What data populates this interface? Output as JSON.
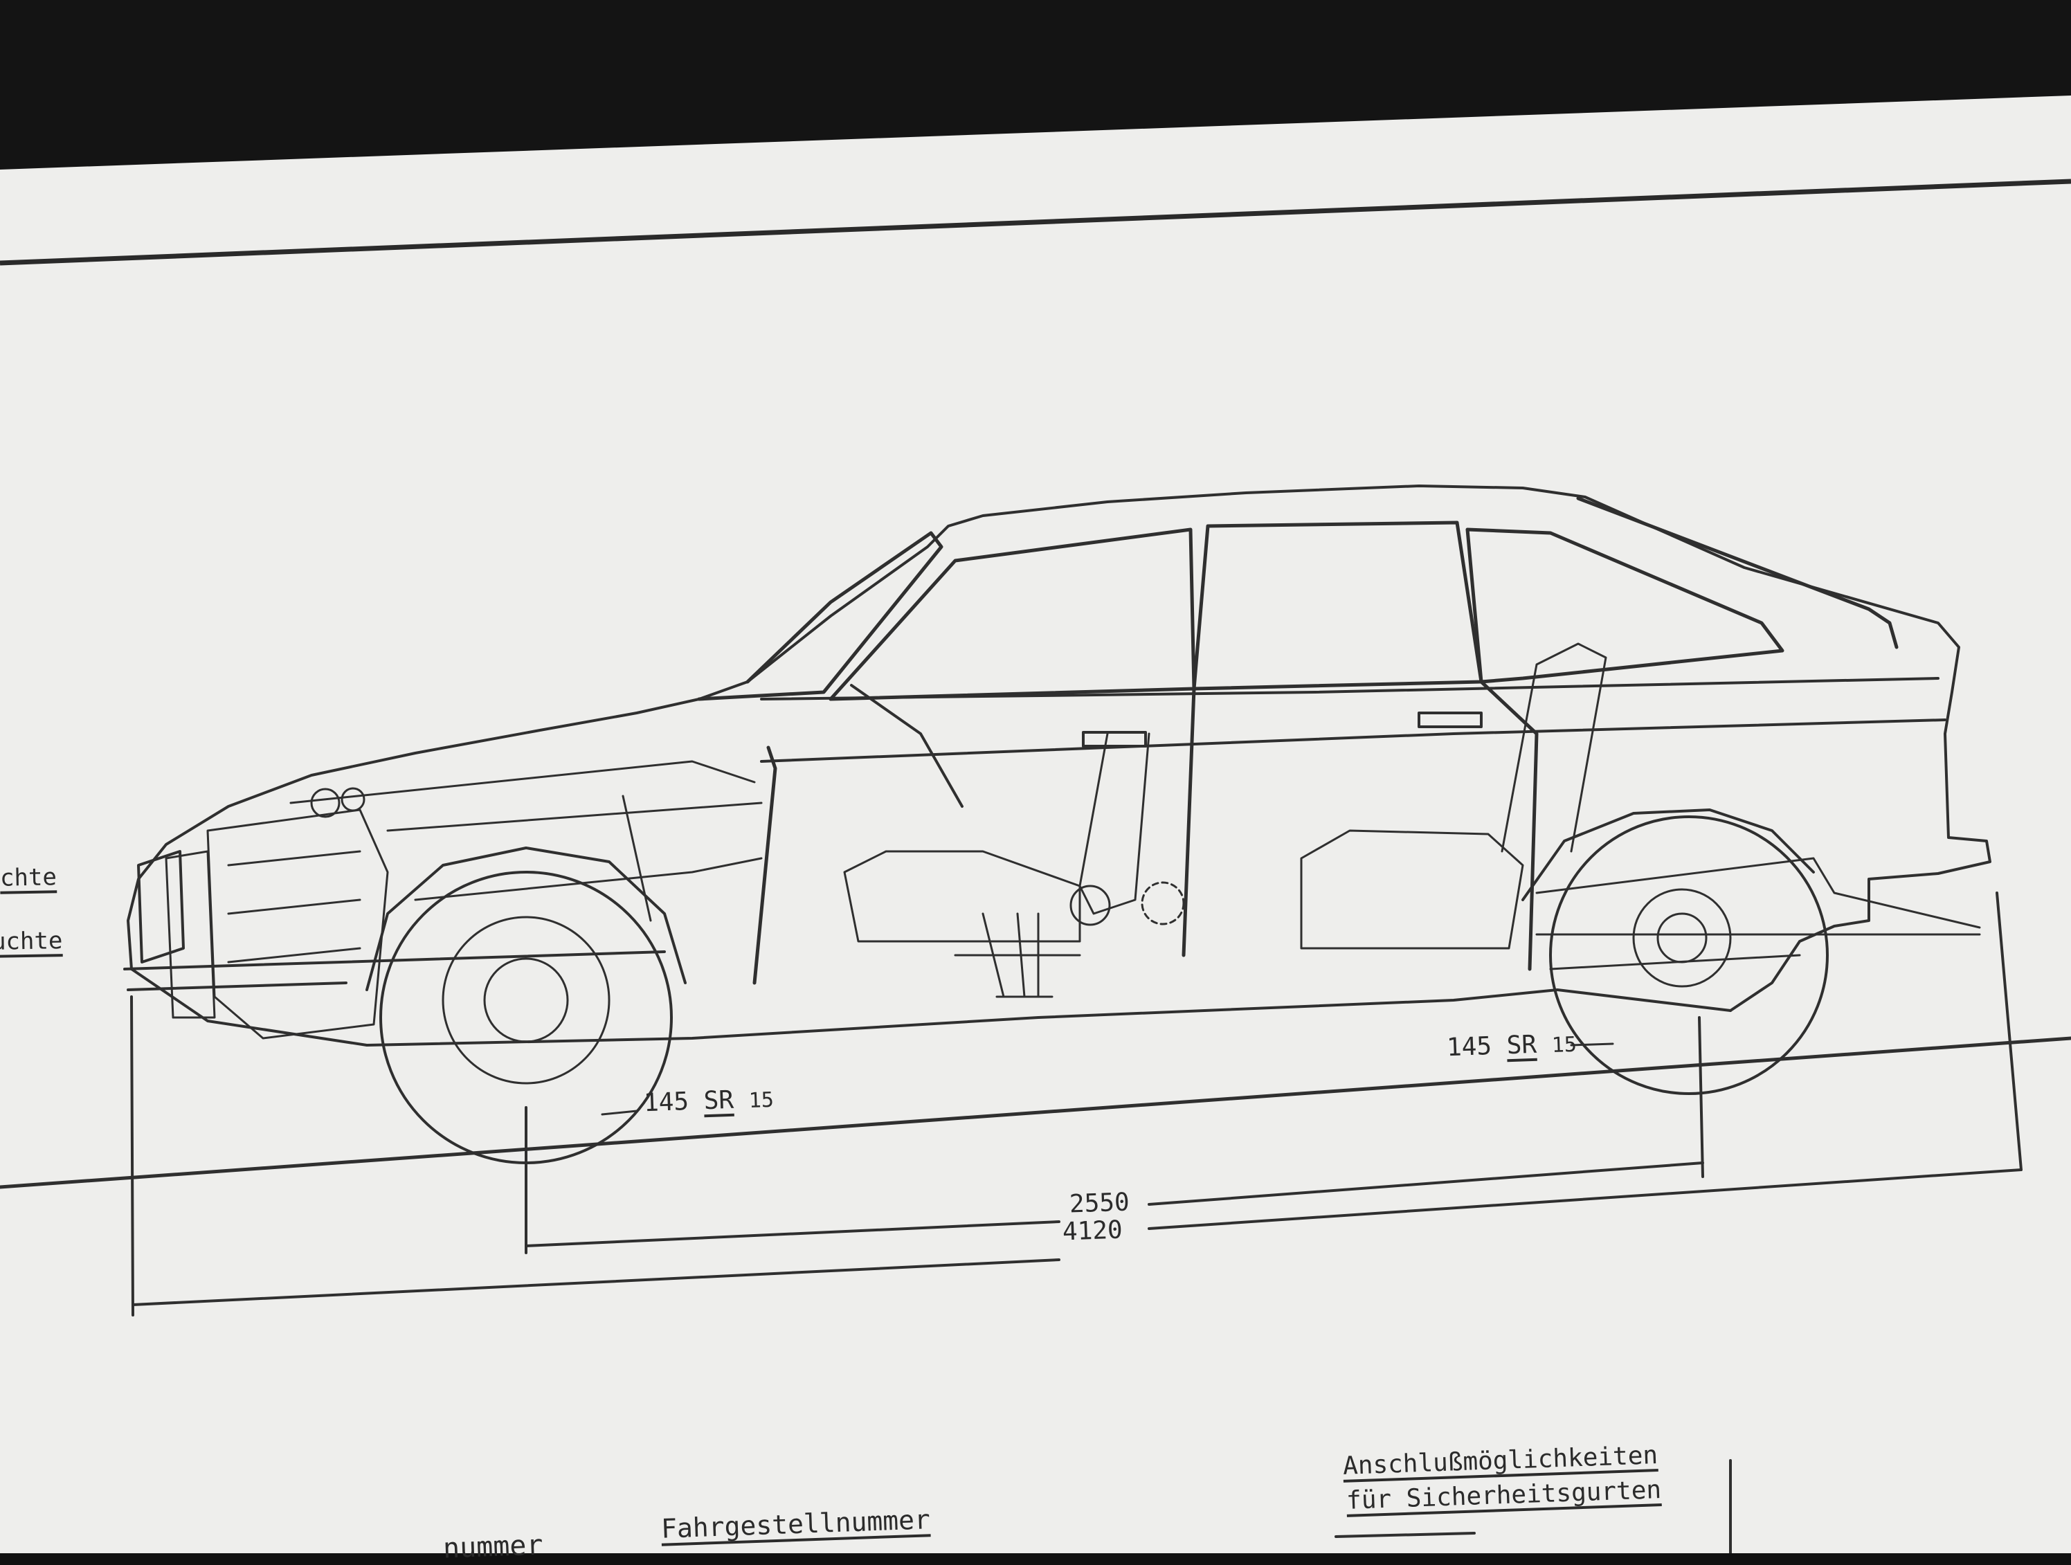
{
  "left_edge_labels": [
    "chte",
    "uchte"
  ],
  "tire_front": {
    "size": "145",
    "type": "SR",
    "rim": "15"
  },
  "tire_rear": {
    "size": "145",
    "type": "SR",
    "rim": "15"
  },
  "dimensions": {
    "wheelbase": "2550",
    "overall_length": "4120"
  },
  "bottom_labels": {
    "partial": "nummer",
    "chassis": "Fahrgestellnummer",
    "belts_line1": "Anschlußmöglichkeiten",
    "belts_line2": "für Sicherheitsgurten"
  },
  "colors": {
    "paper": "#eeeeec",
    "ink": "#2f2f2f",
    "backdrop": "#141414"
  }
}
